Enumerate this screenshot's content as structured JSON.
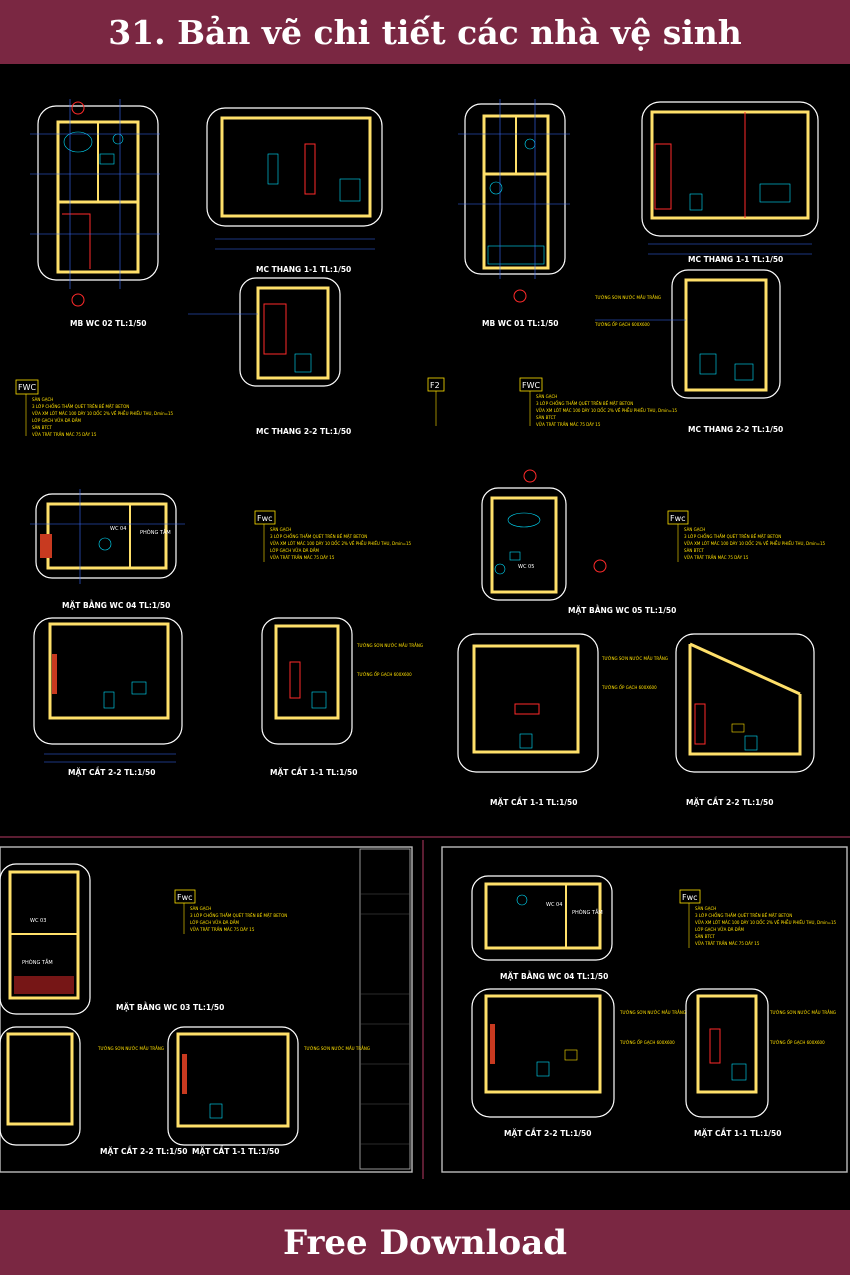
{
  "header": {
    "title": "31. Bản vẽ chi tiết các nhà vệ sinh"
  },
  "footer": {
    "cta": "Free Download"
  },
  "drawings": {
    "mb_wc02": "MB WC 02  TL:1/50",
    "mc_thang_1_left": "MC THANG 1-1 TL:1/50",
    "mc_thang_2_left": "MC THANG 2-2 TL:1/50",
    "mb_wc01": "MB WC 01  TL:1/50",
    "mc_thang_1_right": "MC THANG 1-1 TL:1/50",
    "mc_thang_2_right": "MC THANG 2-2 TL:1/50",
    "mat_bang_wc04": "MẶT BẰNG WC 04 TL:1/50",
    "mat_bang_wc05": "MẶT BẰNG WC 05 TL:1/50",
    "mat_cat_22_a": "MẶT CẮT 2-2 TL:1/50",
    "mat_cat_11_a": "MẶT CẮT 1-1 TL:1/50",
    "mat_cat_11_b": "MẶT CẮT 1-1 TL:1/50",
    "mat_cat_22_b": "MẶT CẮT 2-2 TL:1/50",
    "mat_bang_wc03": "MẶT BẰNG WC 03 TL:1/50",
    "mat_cat_22_c": "MẶT CẮT 2-2 TL:1/50",
    "mat_cat_11_c": "MẶT CẮT 1-1 TL:1/50",
    "mat_bang_wc04_b": "MẶT BẰNG WC 04 TL:1/50",
    "mat_cat_22_d": "MẶT CẮT 2-2 TL:1/50",
    "mat_cat_11_d": "MẶT CẮT 1-1 TL:1/50"
  },
  "tags": {
    "fwc": "FWC",
    "fwc_lower": "Fwc",
    "f2": "F2"
  },
  "room_labels": {
    "wc04": "WC 04",
    "phong_tam": "PHÒNG TẮM",
    "wc05": "WC 05",
    "wc03": "WC 03"
  },
  "notes": {
    "fwc_1": "SÀN GẠCH",
    "fwc_2": "3 LỚP CHỐNG THẤM QUÉT TRÊN BỀ MẶT BETON",
    "fwc_3": "VỮA XM LÓT MÁC 100 DÀY 10 DỐC 2% VỀ PHỄU PHIẾU THU, Dmin=15",
    "fwc_4": "LỚP GẠCH VỮA ĐÃ ĐẦM",
    "fwc_5": "SÀN BTCT",
    "fwc_6": "VỮA TRÁT TRẦN MÁC 75 DÀY 15",
    "tuong_son": "TƯỜNG SƠN NƯỚC MẦU TRẮNG",
    "tuong_op": "TƯỜNG ỐP GẠCH 600X600"
  },
  "colors": {
    "banner": "#7a2742",
    "wall": "#ffe06a",
    "dim": "#3a6cff",
    "accent": "#ff2a2a",
    "background": "#000000"
  }
}
